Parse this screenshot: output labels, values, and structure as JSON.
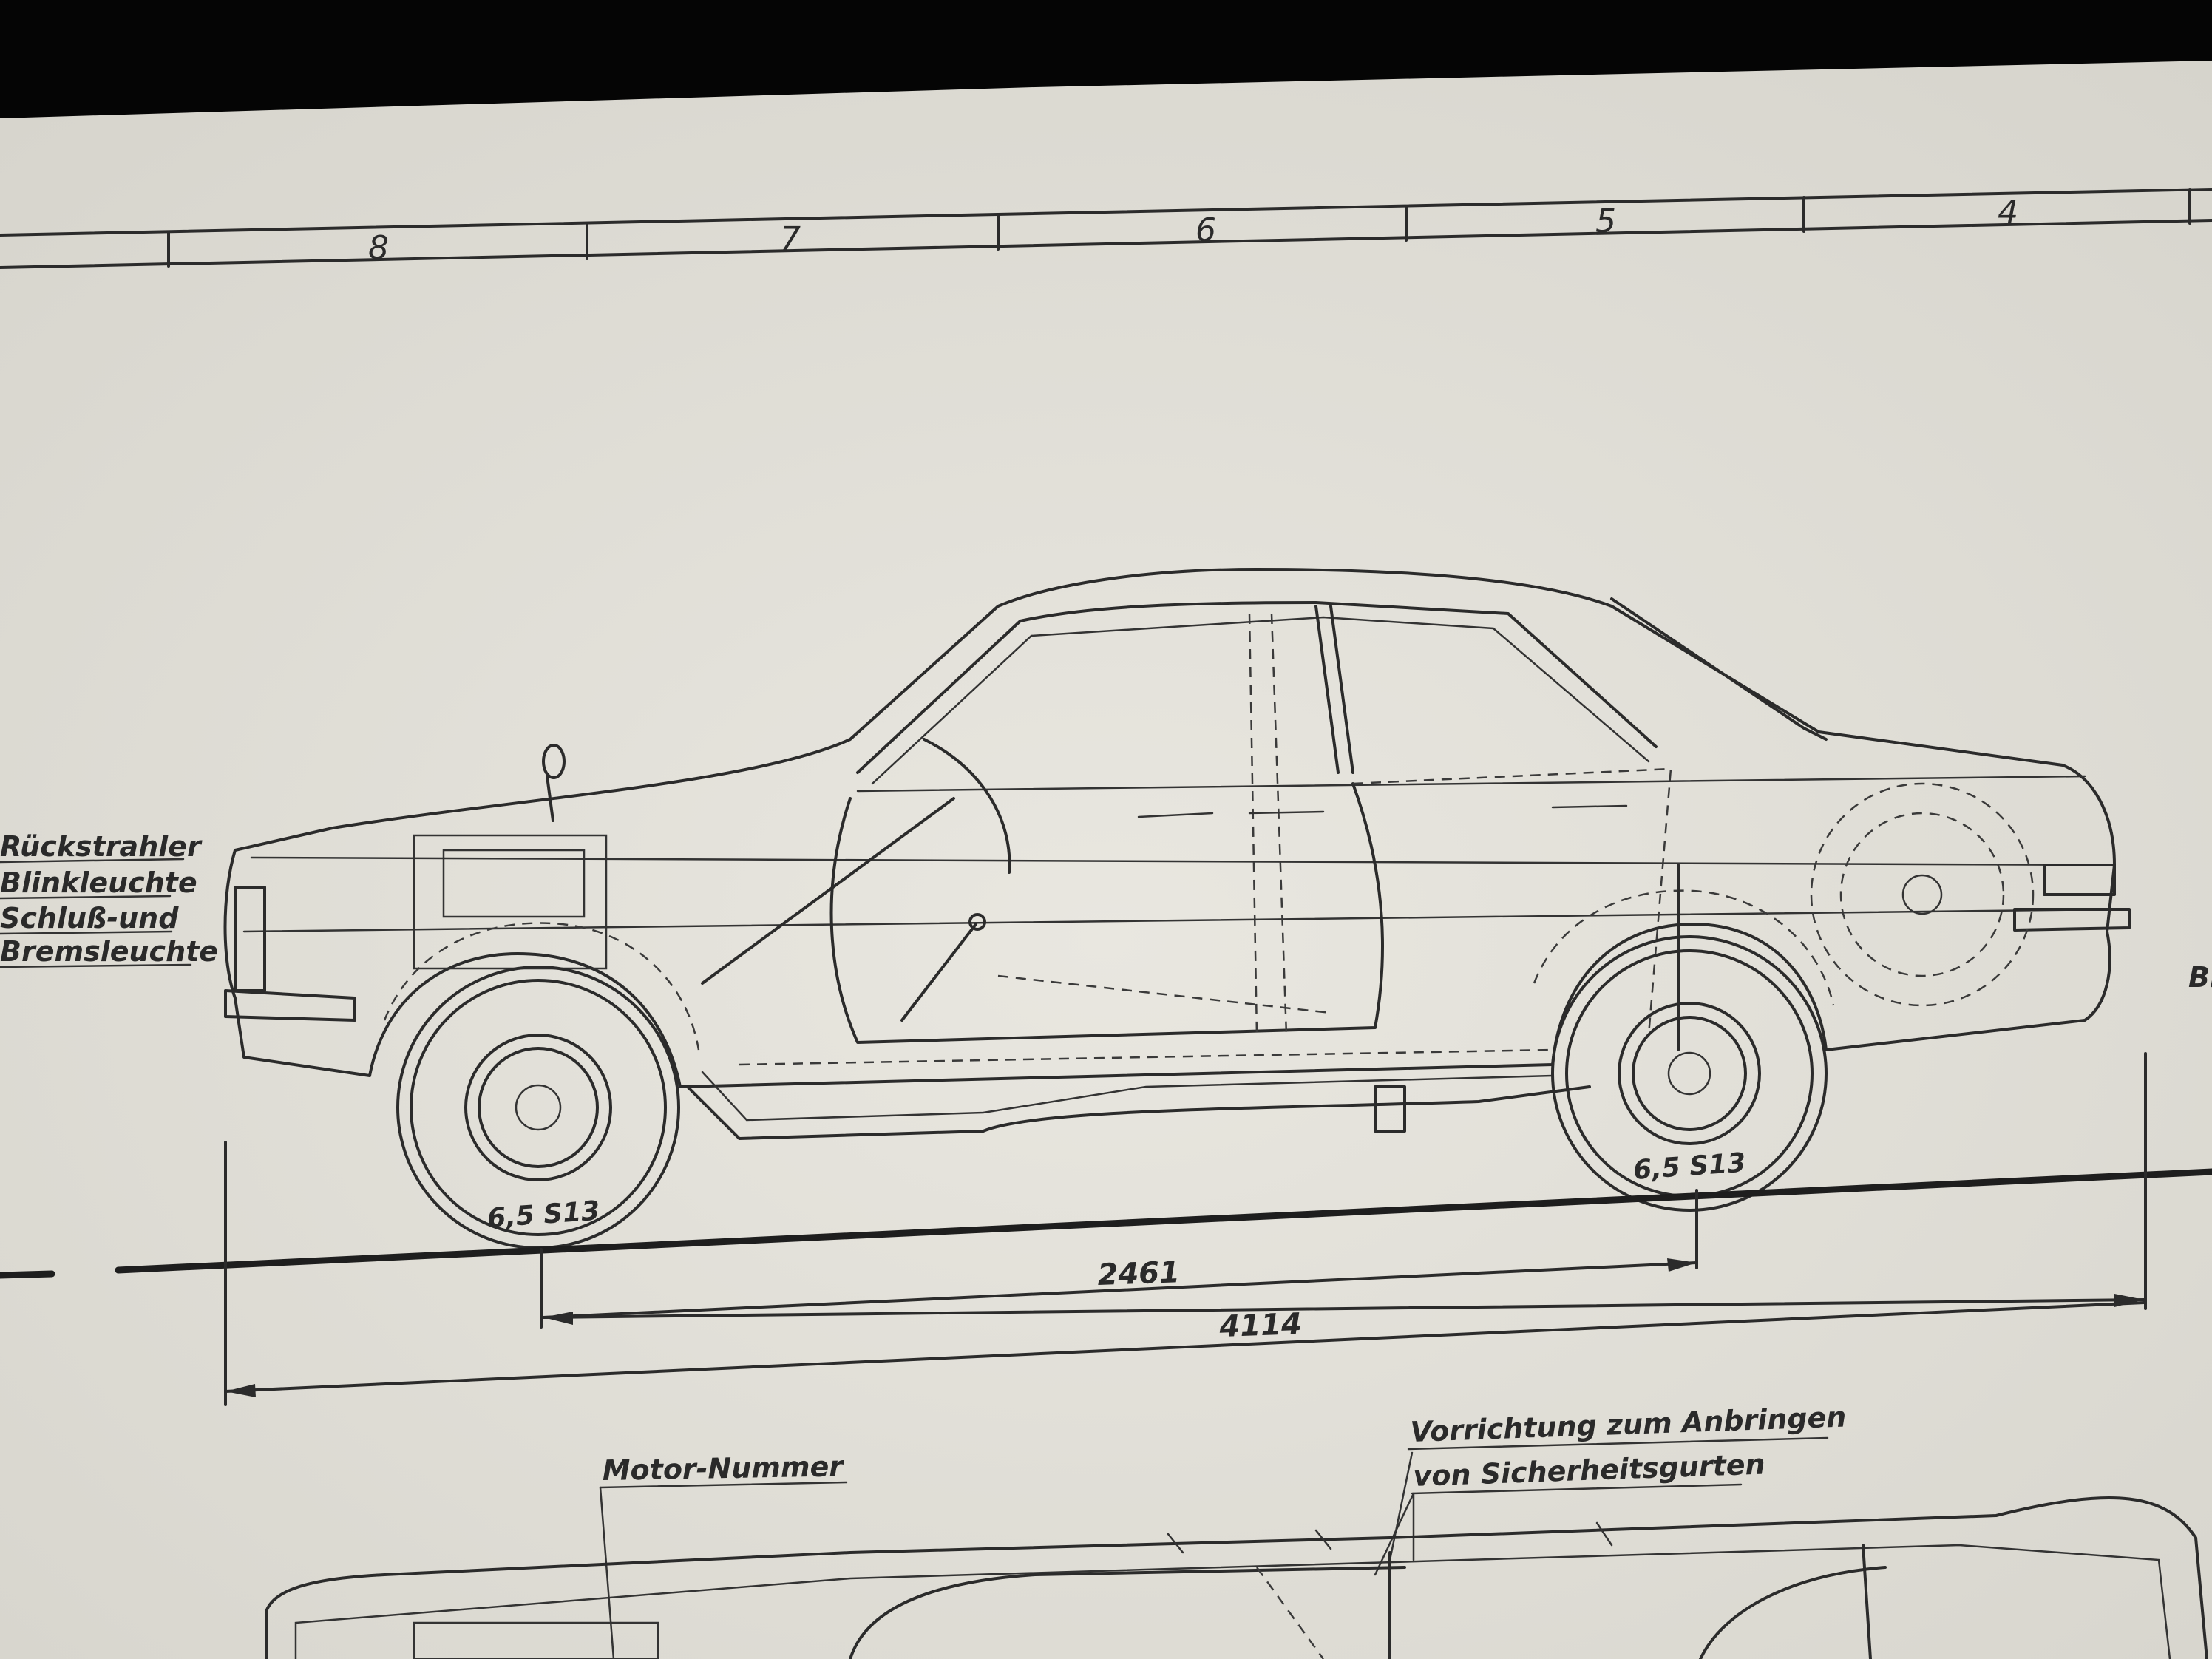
{
  "grid": {
    "numbers": [
      "8",
      "7",
      "6",
      "5",
      "4"
    ]
  },
  "labels": {
    "rueckstrahler": "Rückstrahler",
    "blinkleuchte": "Blinkleuchte",
    "schluss_und": "Schluß-und",
    "bremsleuchte": "Bremsleuchte",
    "right_edge": "Bl",
    "motor_nummer": "Motor-Nummer",
    "vorrichtung": "Vorrichtung zum Anbringen",
    "sicherheitsgurten": "von Sicherheitsgurten"
  },
  "dimensions": {
    "wheelbase": "2461",
    "overall_length": "4114"
  },
  "tyres": {
    "front": "6,5 S13",
    "rear": "6,5 S13"
  },
  "colors": {
    "paper": "#e4e2db",
    "ink": "#2b2b2b",
    "background": "#050505"
  }
}
